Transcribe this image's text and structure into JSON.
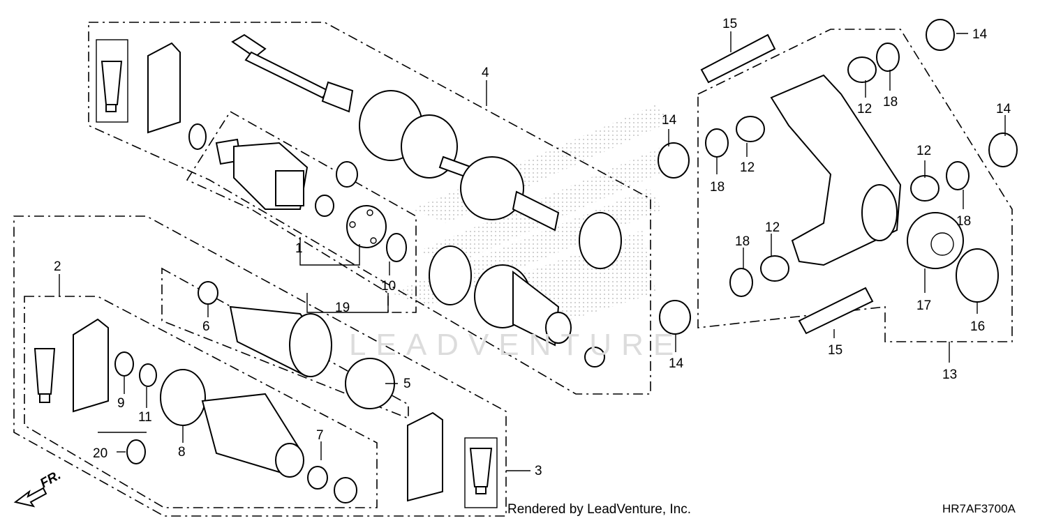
{
  "diagram": {
    "callouts": [
      {
        "id": "c1",
        "label": "1"
      },
      {
        "id": "c2",
        "label": "2"
      },
      {
        "id": "c3",
        "label": "3"
      },
      {
        "id": "c4",
        "label": "4"
      },
      {
        "id": "c5",
        "label": "5"
      },
      {
        "id": "c6",
        "label": "6"
      },
      {
        "id": "c7",
        "label": "7"
      },
      {
        "id": "c8",
        "label": "8"
      },
      {
        "id": "c9",
        "label": "9"
      },
      {
        "id": "c10",
        "label": "10"
      },
      {
        "id": "c11",
        "label": "11"
      },
      {
        "id": "c12a",
        "label": "12"
      },
      {
        "id": "c12b",
        "label": "12"
      },
      {
        "id": "c12c",
        "label": "12"
      },
      {
        "id": "c12d",
        "label": "12"
      },
      {
        "id": "c13",
        "label": "13"
      },
      {
        "id": "c14a",
        "label": "14"
      },
      {
        "id": "c14b",
        "label": "14"
      },
      {
        "id": "c14c",
        "label": "14"
      },
      {
        "id": "c14d",
        "label": "14"
      },
      {
        "id": "c15a",
        "label": "15"
      },
      {
        "id": "c15b",
        "label": "15"
      },
      {
        "id": "c16",
        "label": "16"
      },
      {
        "id": "c17",
        "label": "17"
      },
      {
        "id": "c18a",
        "label": "18"
      },
      {
        "id": "c18b",
        "label": "18"
      },
      {
        "id": "c18c",
        "label": "18"
      },
      {
        "id": "c18d",
        "label": "18"
      },
      {
        "id": "c19",
        "label": "19"
      },
      {
        "id": "c20",
        "label": "20"
      }
    ],
    "direction_label": "FR.",
    "watermark": "LEADVENTURE"
  },
  "footer": {
    "rendered_by": "Rendered by LeadVenture, Inc.",
    "diagram_code": "HR7AF3700A"
  }
}
